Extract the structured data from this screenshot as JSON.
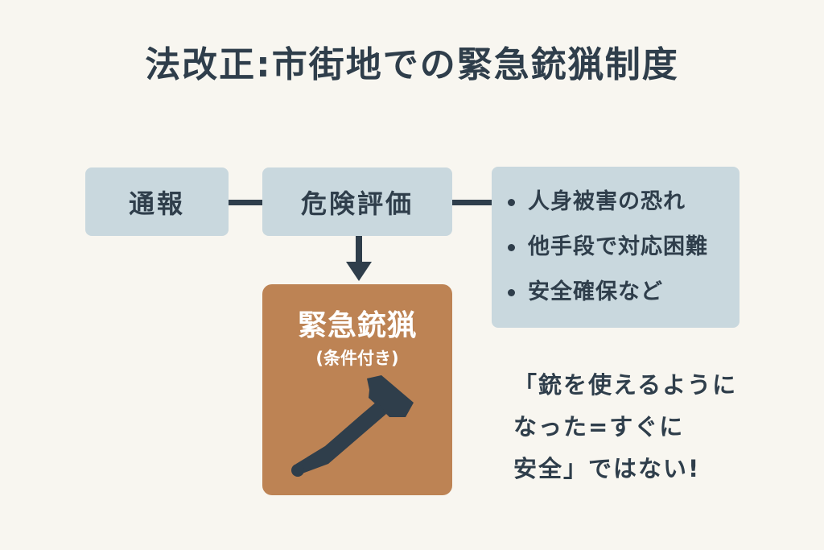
{
  "title": "法改正:市街地での緊急銃猟制度",
  "flow": {
    "step1": "通報",
    "step2": "危険評価",
    "conditions": [
      "人身被害の恐れ",
      "他手段で対応困難",
      "安全確保など"
    ],
    "action": {
      "label": "緊急銃猟",
      "sub": "(条件付き)",
      "icon": "hammer-icon"
    }
  },
  "note": {
    "lines": [
      "「銃を使えるように",
      "なった=すぐに",
      "安全」ではない!"
    ]
  },
  "colors": {
    "background": "#f8f6f0",
    "box": "#c9d8de",
    "text": "#2f3e4b",
    "action": "#bd8354"
  }
}
